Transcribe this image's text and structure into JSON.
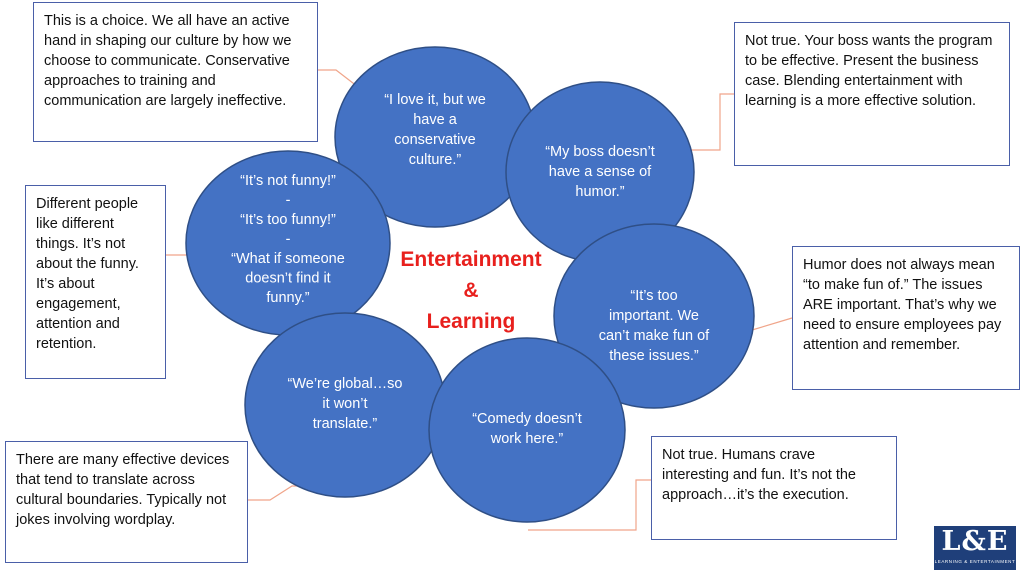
{
  "center_title": [
    "Entertainment",
    "&",
    "Learning"
  ],
  "colors": {
    "bubble_fill": "#4472c4",
    "bubble_stroke": "#2f4f86",
    "box_border": "#4a5fa8",
    "connector": "#f0a58a",
    "title": "#e8201d"
  },
  "bubbles": [
    {
      "id": "conservative-culture",
      "lines": [
        "“I love it, but we",
        "have a",
        "conservative",
        "culture.”"
      ]
    },
    {
      "id": "boss-humor",
      "lines": [
        "“My boss doesn’t",
        "have a sense of",
        "humor.”"
      ]
    },
    {
      "id": "funny",
      "lines": [
        "“It’s not funny!”",
        "-",
        "“It’s too funny!”",
        "-",
        "“What if someone",
        "doesn’t find it",
        "funny.”"
      ]
    },
    {
      "id": "too-important",
      "lines": [
        "“It’s too",
        "important. We",
        "can’t make fun of",
        "these issues.”"
      ]
    },
    {
      "id": "global",
      "lines": [
        "“We’re global…so",
        "it won’t",
        "translate.”"
      ]
    },
    {
      "id": "comedy-work",
      "lines": [
        "“Comedy doesn’t",
        "work here.”"
      ]
    }
  ],
  "boxes": {
    "choice": "This is a choice. We all have an active hand in shaping our culture by how we choose to communicate. Conservative approaches to training and communication are largely ineffective.",
    "boss": "Not true. Your boss wants the program to be effective. Present the business case. Blending entertainment with learning is a more effective solution.",
    "different": "Different people like different things. It’s not about the funny. It’s about engagement, attention and retention.",
    "humor": "Humor does not always mean “to make fun of.” The issues ARE important. That’s why we need to ensure employees pay attention and remember.",
    "devices": "There are many effective devices that tend to translate across cultural boundaries. Typically not jokes involving wordplay.",
    "crave": "Not true. Humans crave interesting and fun. It’s not the approach…it’s the execution."
  },
  "logo": {
    "mark": "L&E",
    "tagline": "Learning & Entertainment"
  }
}
